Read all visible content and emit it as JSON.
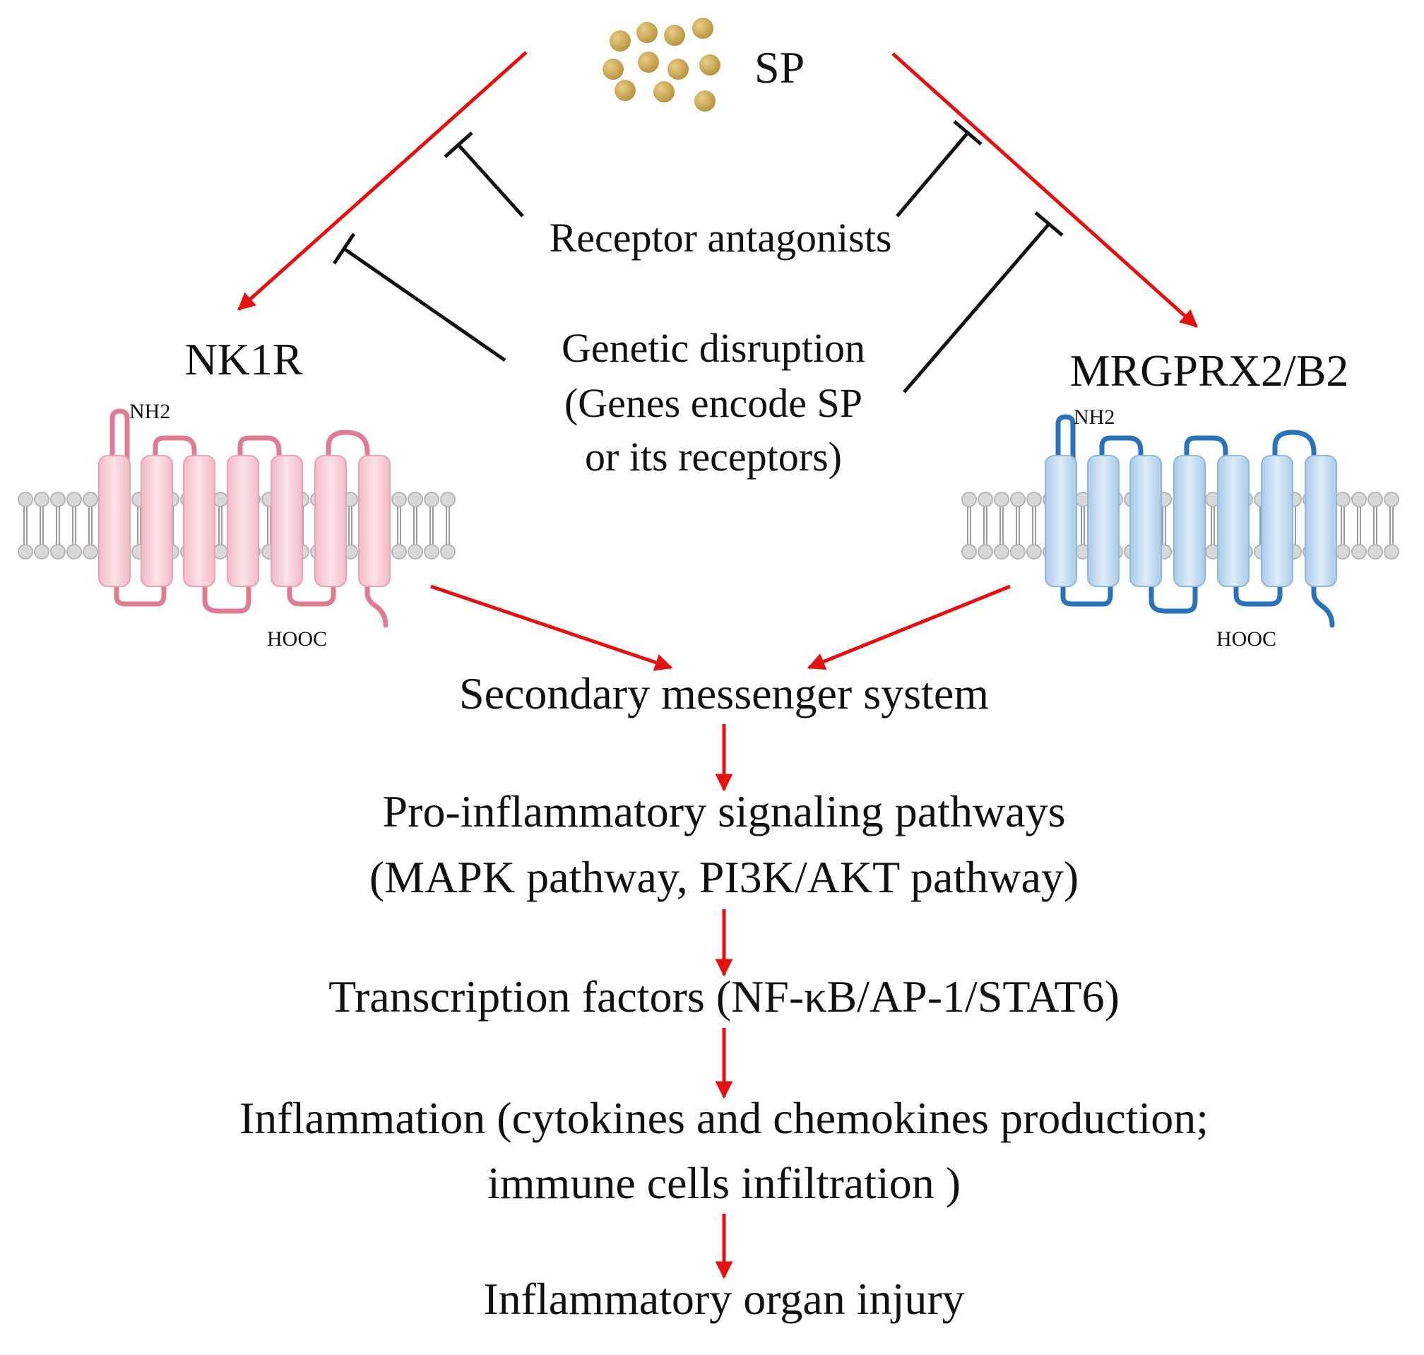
{
  "colors": {
    "activation": "#e31212",
    "inhibition": "#111111",
    "sp_particle": "#c9a24a",
    "nk1r_receptor": "#e07b94",
    "nk1r_helix": "#f6c9d3",
    "mrgprx2_receptor": "#2a73b8",
    "mrgprx2_helix": "#bcd6ee",
    "membrane": "#d8d8d8"
  },
  "ligand": {
    "label": "SP",
    "icon": "peptide-particles-icon"
  },
  "inhibitors": {
    "antagonists": "Receptor antagonists",
    "genetic_line1": "Genetic disruption",
    "genetic_line2": "(Genes encode SP",
    "genetic_line3": "or its receptors)"
  },
  "receptors": {
    "left": {
      "name": "NK1R",
      "n_term": "NH2",
      "c_term": "HOOC",
      "icon": "gpcr-seven-transmembrane-icon"
    },
    "right": {
      "name": "MRGPRX2/B2",
      "n_term": "NH2",
      "c_term": "HOOC",
      "icon": "gpcr-seven-transmembrane-icon"
    }
  },
  "cascade": {
    "step1": "Secondary messenger system",
    "step2_line1": "Pro-inflammatory signaling pathways",
    "step2_line2": "(MAPK pathway, PI3K/AKT pathway)",
    "step3": "Transcription factors (NF-κB/AP-1/STAT6)",
    "step4_line1": "Inflammation (cytokines and chemokines production;",
    "step4_line2": "immune cells infiltration )",
    "step5": "Inflammatory organ injury"
  }
}
